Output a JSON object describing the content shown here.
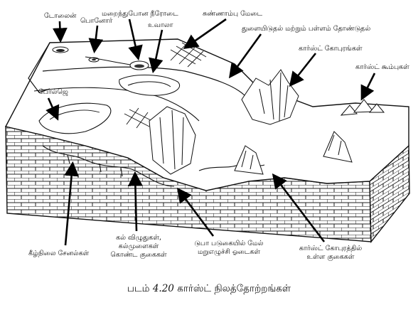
{
  "figure": {
    "caption_prefix": "படம்",
    "caption_number": "4.20",
    "caption_title": "கார்ஸ்ட் நிலத்தோற்றங்கள்"
  },
  "labels": {
    "doline": "டோலைன்",
    "ponor": "பொனோர்",
    "disappearing_stream": "மறைந்துபோன நீரோடை",
    "uvala": "உவாலா",
    "limestone_plateau": "சுண்ணாம்பு மேடை",
    "karren": "துளையிடுதல் மற்றும் பள்ளம் தோண்டுதல்",
    "karst_towers": "கார்ஸ்ட் கோபுரங்கள்",
    "karst_cones": "கார்ஸ்ட் கூம்புகள்",
    "polje": "போல்ஜெ",
    "underground_channels": "கீழ்நிலை சேனல்கள்",
    "caves_line1": "கல் விழுதுகள்,",
    "caves_line2": "கல்முளைகள்",
    "caves_line3": "கொண்ட குகைகள்",
    "resurgence_line1": "டுபா படுகையில் மேல்",
    "resurgence_line2": "மறுஎழுச்சி ஓடைகள்",
    "tower_caves_line1": "கார்ஸ்ட் கோபுரத்தில்",
    "tower_caves_line2": "உள்ள குகைகள்"
  }
}
